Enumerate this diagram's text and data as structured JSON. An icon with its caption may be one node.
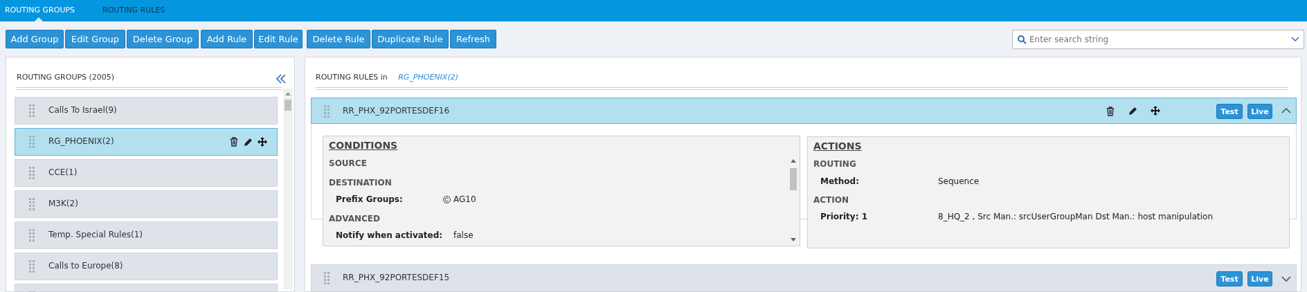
{
  "diagram": {
    "nodes": [
      {
        "text": [
          "Add Group"
        ]
      },
      {
        "text": [
          "Edit Group"
        ]
      },
      {
        "text": [
          "Delete Group"
        ]
      },
      {
        "text": [
          "Add Rule"
        ]
      },
      {
        "text": [
          "Edit Rule"
        ]
      },
      {
        "text": [
          "Delete Rule"
        ]
      },
      {
        "text": [
          "Duplicate Rule"
        ]
      },
      {
        "text": [
          "Refresh"
        ]
      },
      {
        "text": [
          "Enter search string"
        ]
      },
      {
        "text": [
          "ROUTING GROUPS (2005)"
        ]
      },
      {
        "text": [
          "Calls To Israel(9)"
        ],
        "in": 9
      },
      {
        "text": [
          "RG_PHOENIX(2)"
        ],
        "in": 9
      },
      {
        "text": [
          "CCE(1)"
        ],
        "in": 9
      },
      {
        "text": [
          "M3K(2)"
        ],
        "in": 9
      },
      {
        "text": [
          "Temp. Special Rules(1)"
        ],
        "in": 9
      },
      {
        "text": [
          "Calls to Europe(8)"
        ],
        "in": 9
      },
      {
        "text": [],
        "shape": "box",
        "in": 9
      },
      {
        "text": [
          "ROUTING RULES in",
          "RG_PHOENIX(2)"
        ]
      },
      {
        "text": [
          "RR_PHX_92PORTESDEF16"
        ],
        "in": 17
      },
      {
        "text": [
          "Test"
        ],
        "in": 18
      },
      {
        "text": [
          "Live"
        ],
        "in": 18
      },
      {
        "text": [
          "CONDITIONS",
          "SOURCE",
          "DESTINATION",
          "Prefix Groups:",
          "AG10",
          "ADVANCED",
          "Notify when activated:",
          "false"
        ],
        "in": 17
      },
      {
        "text": [
          "ACTIONS",
          "ROUTING",
          "Method:",
          "Sequence",
          "ACTION",
          "Priority: 1",
          "8_HQ_2 , Src Man.: srcUserGroupMan Dst Man.: host manipulation"
        ],
        "in": 17
      },
      {
        "text": [
          "RR_PHX_92PORTESDEF15"
        ],
        "in": 17
      },
      {
        "text": [
          "Test"
        ],
        "in": 23
      },
      {
        "text": [
          "Live"
        ],
        "in": 23
      }
    ],
    "labels": [
      "ROUTING GROUPS",
      "ROUTING RULES"
    ]
  }
}
